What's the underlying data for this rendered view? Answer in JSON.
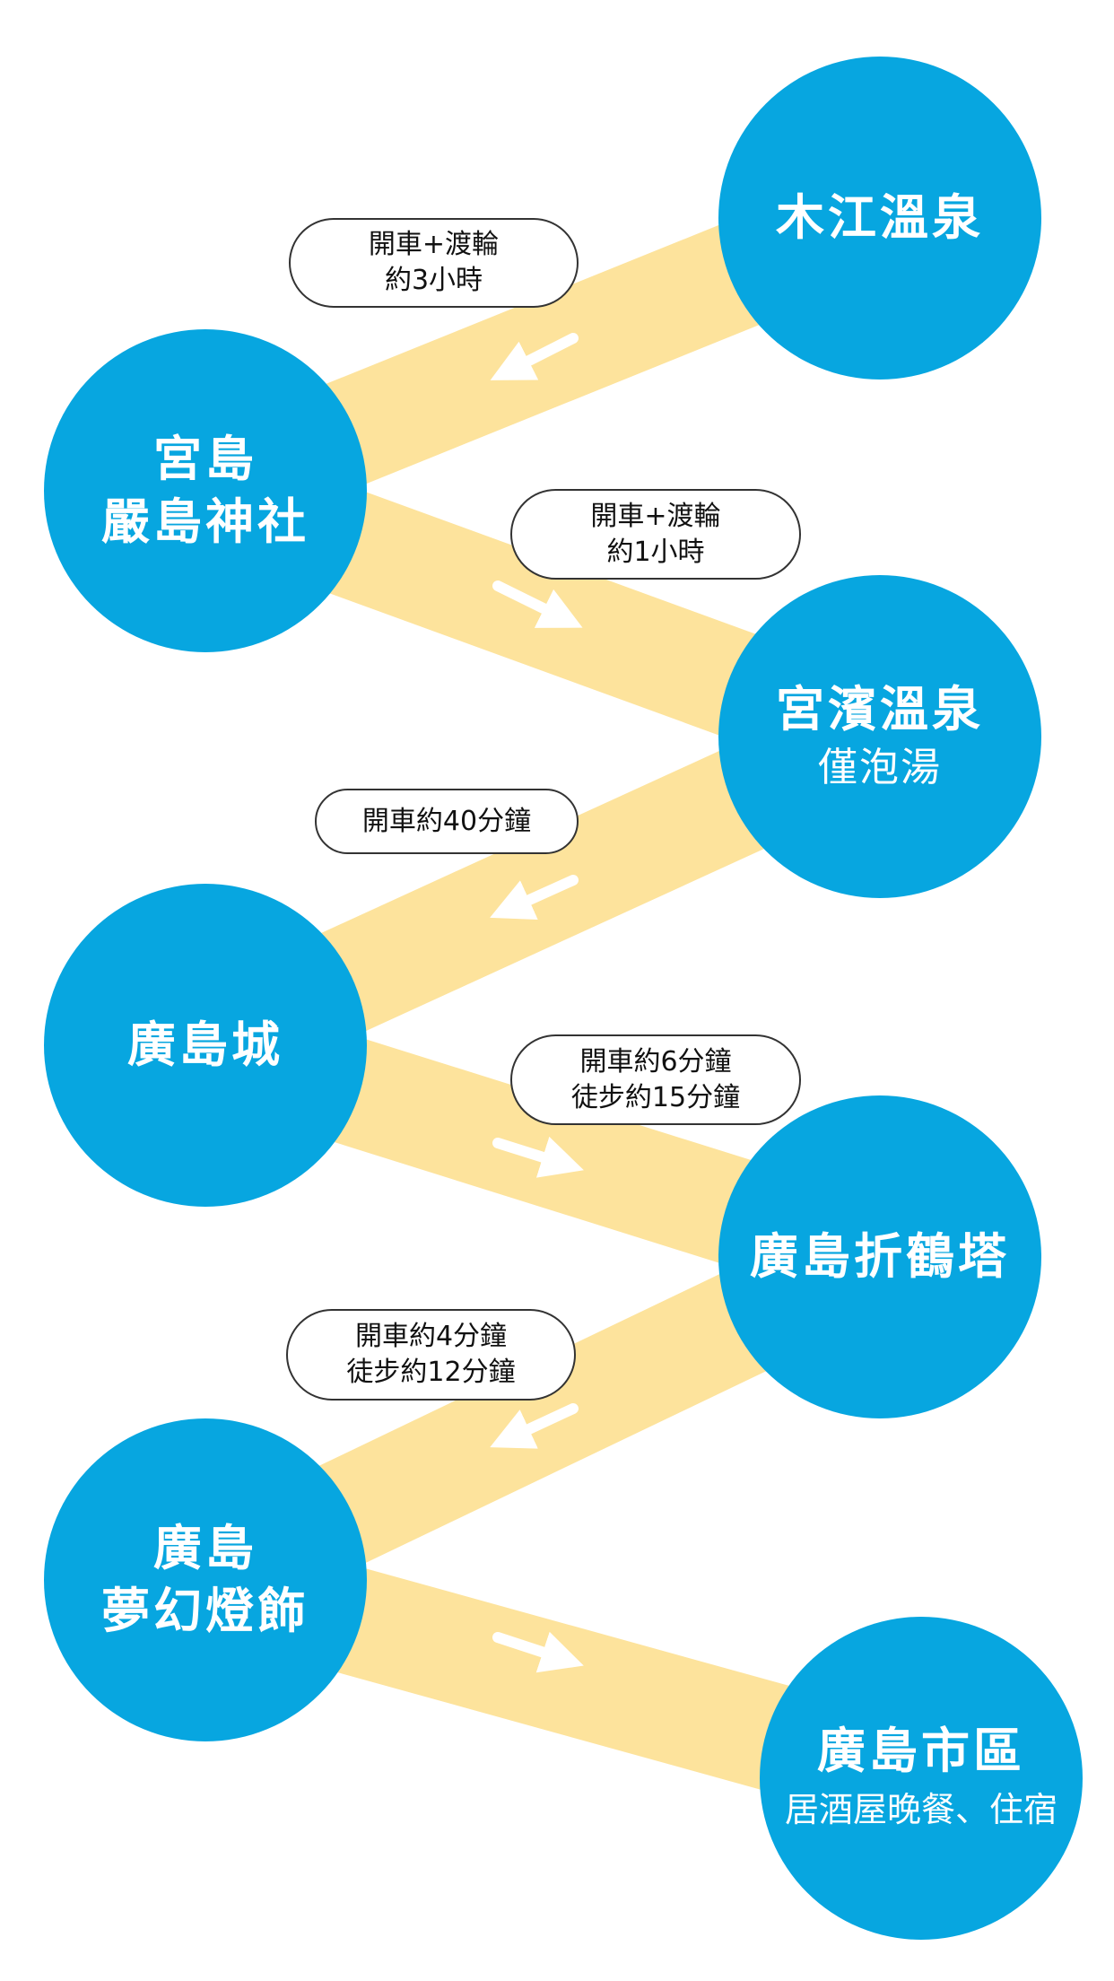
{
  "stops": [
    {
      "title": [
        "木江溫泉"
      ],
      "subtitle": ""
    },
    {
      "title": [
        "宮島",
        "嚴島神社"
      ],
      "subtitle": ""
    },
    {
      "title": [
        "宮濱溫泉"
      ],
      "subtitle": "僅泡湯"
    },
    {
      "title": [
        "廣島城"
      ],
      "subtitle": ""
    },
    {
      "title": [
        "廣島折鶴塔"
      ],
      "subtitle": ""
    },
    {
      "title": [
        "廣島",
        "夢幻燈飾"
      ],
      "subtitle": ""
    },
    {
      "title": [
        "廣島市區"
      ],
      "subtitle": "居酒屋晚餐、住宿"
    }
  ],
  "legs": [
    {
      "lines": [
        "開車+渡輪",
        "約3小時"
      ]
    },
    {
      "lines": [
        "開車+渡輪",
        "約1小時"
      ]
    },
    {
      "lines": [
        "開車約40分鐘"
      ]
    },
    {
      "lines": [
        "開車約6分鐘",
        "徒步約15分鐘"
      ]
    },
    {
      "lines": [
        "開車約4分鐘",
        "徒步約12分鐘"
      ]
    }
  ],
  "colors": {
    "circle": "#07a6e0",
    "band": "#fde39c",
    "arrow": "#ffffff"
  }
}
